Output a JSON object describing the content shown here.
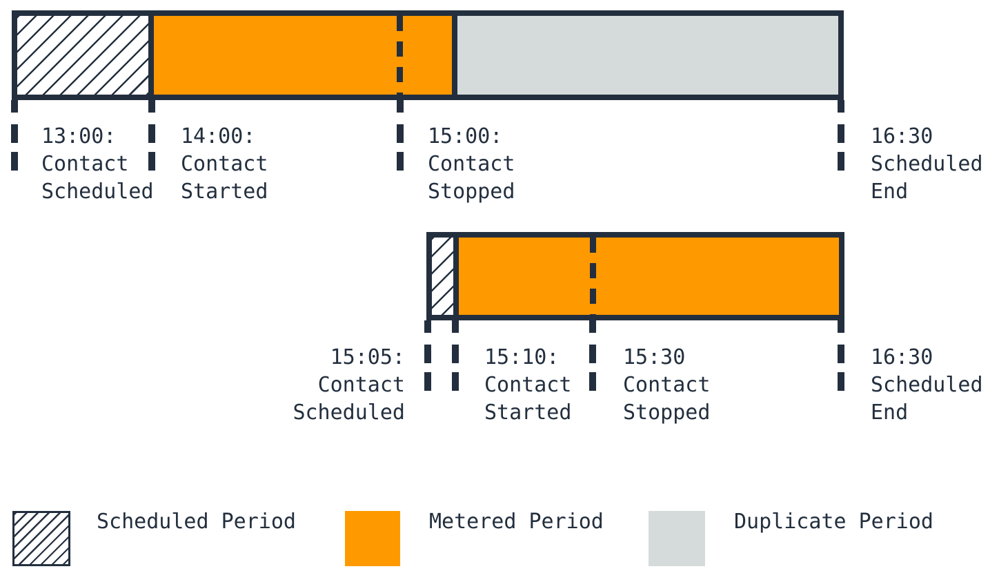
{
  "colors": {
    "ink": "#232f3e",
    "metered_orange": "#ff9900",
    "duplicate_gray": "#d5dbdb",
    "background": "#ffffff"
  },
  "timeline1": {
    "segments": [
      "scheduled",
      "metered",
      "duplicate"
    ],
    "events": [
      {
        "time": "13:00:",
        "line2": "Contact",
        "line3": "Scheduled"
      },
      {
        "time": "14:00:",
        "line2": "Contact",
        "line3": "Started"
      },
      {
        "time": "15:00:",
        "line2": "Contact",
        "line3": "Stopped"
      },
      {
        "time": "16:30",
        "line2": "Scheduled",
        "line3": "End"
      }
    ]
  },
  "timeline2": {
    "segments": [
      "scheduled",
      "metered"
    ],
    "events": [
      {
        "time": "15:05:",
        "line2": "Contact",
        "line3": "Scheduled"
      },
      {
        "time": "15:10:",
        "line2": "Contact",
        "line3": "Started"
      },
      {
        "time": "15:30",
        "line2": "Contact",
        "line3": "Stopped"
      },
      {
        "time": "16:30",
        "line2": "Scheduled",
        "line3": "End"
      }
    ]
  },
  "legend": {
    "scheduled": "Scheduled Period",
    "metered": "Metered Period",
    "duplicate": "Duplicate Period"
  }
}
